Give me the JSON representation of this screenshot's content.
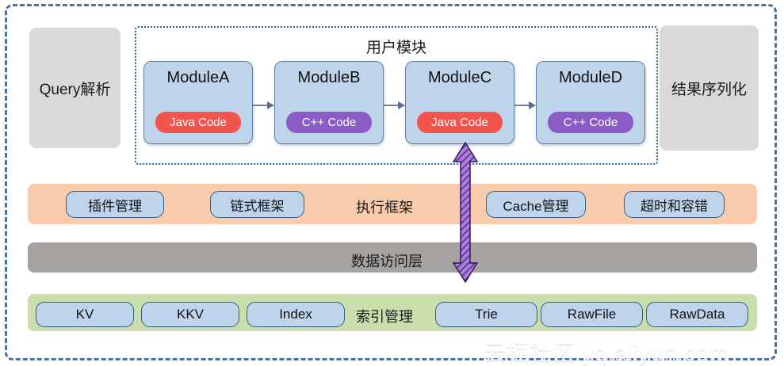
{
  "diagram": {
    "title": "用户模块",
    "endpoints": {
      "query": "Query解析",
      "result": "结果序列化"
    },
    "modules": [
      {
        "name": "ModuleA",
        "badge": "Java Code",
        "lang": "java"
      },
      {
        "name": "ModuleB",
        "badge": "C++ Code",
        "lang": "cpp"
      },
      {
        "name": "ModuleC",
        "badge": "Java Code",
        "lang": "java"
      },
      {
        "name": "ModuleD",
        "badge": "C++ Code",
        "lang": "cpp"
      }
    ],
    "bands": {
      "exec": {
        "label": "执行框架",
        "color": "#f7cbab",
        "items": [
          "插件管理",
          "链式框架",
          "Cache管理",
          "超时和容错"
        ]
      },
      "data": {
        "label": "数据访问层",
        "color": "#a6a29f",
        "items": []
      },
      "index": {
        "label": "索引管理",
        "color": "#c9deab",
        "items": [
          "KV",
          "KKV",
          "Index",
          "Trie",
          "RawFile",
          "RawData"
        ]
      }
    },
    "colors": {
      "module_fill": "#bdd4ea",
      "module_border": "#5b7fa8",
      "java_badge": "#f4544e",
      "cpp_badge": "#8b5bc6",
      "frame_border": "#4a6fa5",
      "group_border": "#2f5f9e",
      "endpoint_fill": "#d9d9d9",
      "arrow_purple": "#7b3fb5"
    },
    "watermark": "云栖社区 yq.aliyun.com"
  }
}
